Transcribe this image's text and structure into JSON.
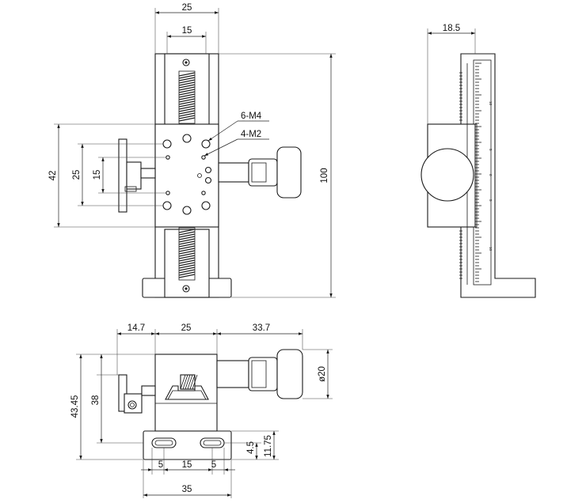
{
  "front_view": {
    "dims": {
      "top_width": "25",
      "inner_width": "15",
      "height_total": "100",
      "carriage_height": "42",
      "hole_span_outer": "25",
      "hole_span_inner": "15"
    },
    "callouts": {
      "m4_holes": "6-M4",
      "m2_holes": "4-M2"
    }
  },
  "side_view": {
    "dims": {
      "width": "18.5"
    },
    "scale_labels": [
      "10",
      "5",
      "0",
      "5",
      "10"
    ]
  },
  "bottom_view": {
    "dims": {
      "left_offset": "14.7",
      "body_width": "25",
      "knob_extension": "33.7",
      "height_total": "43.45",
      "height_body": "38",
      "knob_diameter": "ø20",
      "slot_height": "4.5",
      "base_height": "11.75",
      "slot_left": "5",
      "slot_pitch": "15",
      "slot_right": "5",
      "base_width": "35"
    }
  }
}
